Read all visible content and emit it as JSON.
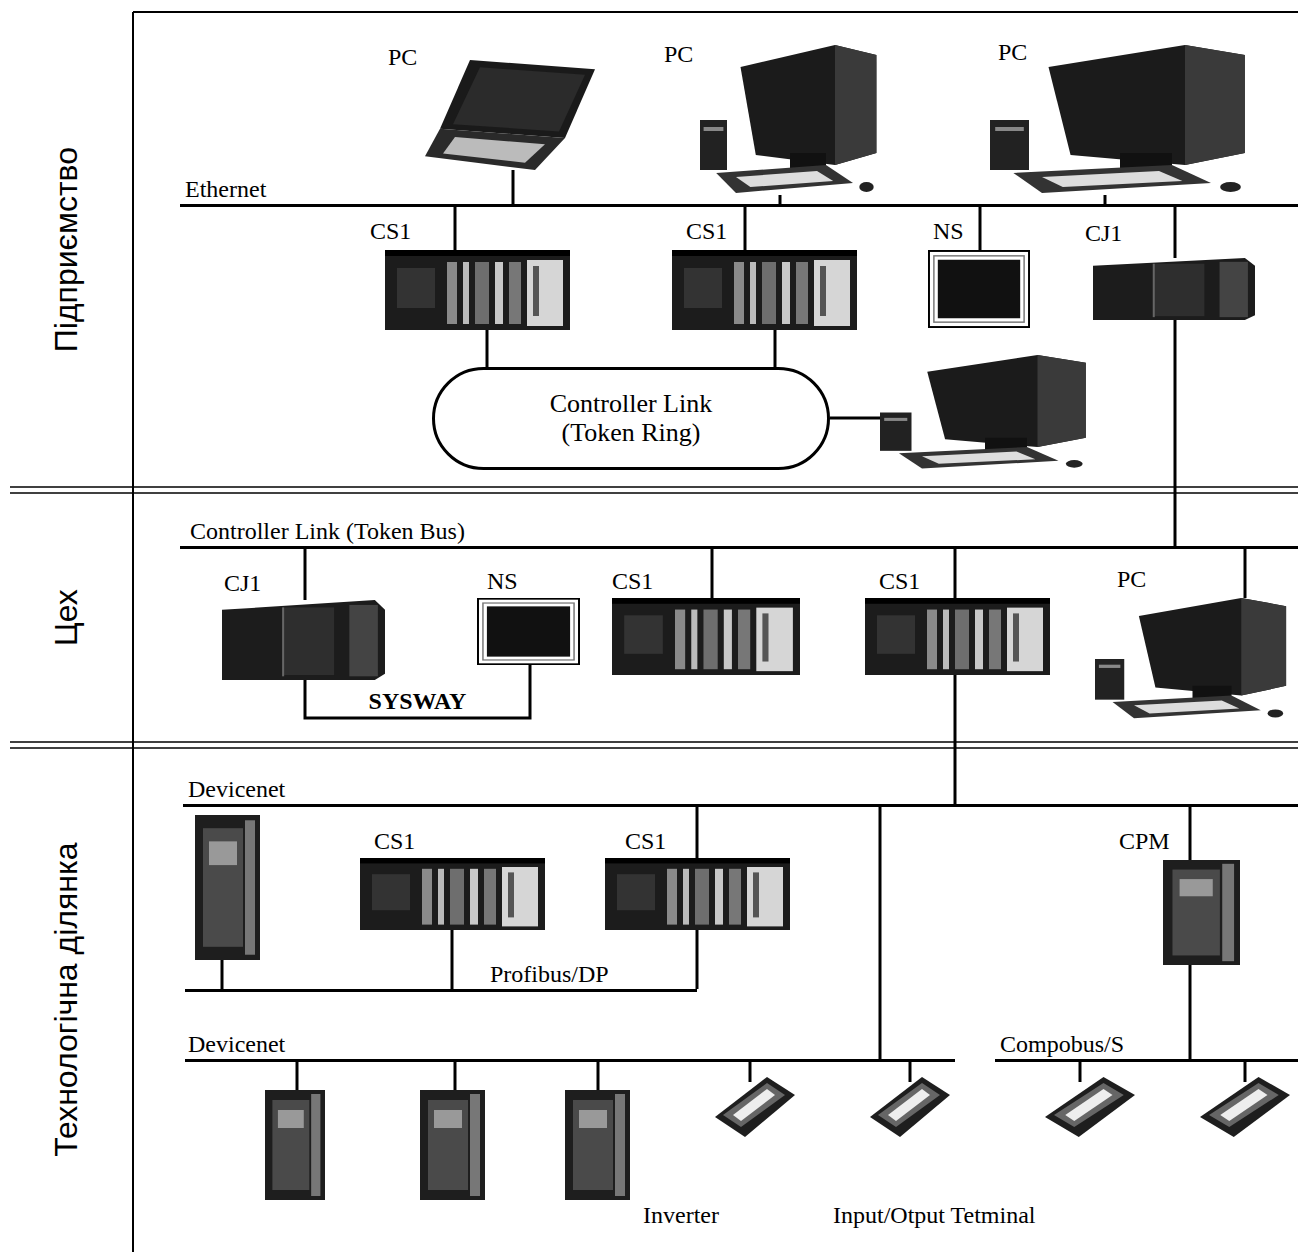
{
  "diagram": {
    "nodes": [
      {
        "text": [
          "Підприємство"
        ]
      },
      {
        "text": [
          "Цех"
        ]
      },
      {
        "text": [
          "Технологічна ділянка"
        ]
      },
      {
        "text": [
          "PC"
        ]
      },
      {
        "text": [
          "PC"
        ]
      },
      {
        "text": [
          "PC"
        ]
      },
      {
        "text": [
          "Ethernet"
        ]
      },
      {
        "text": [
          "CS1"
        ]
      },
      {
        "text": [
          "CS1"
        ]
      },
      {
        "text": [
          "NS"
        ]
      },
      {
        "text": [
          "CJ1"
        ]
      },
      {
        "text": [
          "Controller Link (Token Ring)"
        ]
      },
      {
        "text": [
          "Controller Link (Token Bus)"
        ]
      },
      {
        "text": [
          "CJ1"
        ]
      },
      {
        "text": [
          "NS"
        ]
      },
      {
        "text": [
          "CS1"
        ]
      },
      {
        "text": [
          "CS1"
        ]
      },
      {
        "text": [
          "PC"
        ]
      },
      {
        "text": [
          "Devicenet"
        ]
      },
      {
        "text": [
          "CS1"
        ]
      },
      {
        "text": [
          "CS1"
        ]
      },
      {
        "text": [
          "CPM"
        ]
      },
      {
        "text": [
          "Profibus/DP"
        ]
      },
      {
        "text": [
          "Devicenet"
        ]
      },
      {
        "text": [
          "Compobus/S"
        ]
      }
    ],
    "edges": [
      {
        "from": 3,
        "to": 6,
        "arrow": "none"
      },
      {
        "from": 4,
        "to": 6,
        "arrow": "none"
      },
      {
        "from": 5,
        "to": 6,
        "arrow": "none"
      },
      {
        "from": 7,
        "to": 6,
        "arrow": "none"
      },
      {
        "from": 8,
        "to": 6,
        "arrow": "none"
      },
      {
        "from": 9,
        "to": 6,
        "arrow": "none"
      },
      {
        "from": 10,
        "to": 6,
        "arrow": "none"
      },
      {
        "from": 7,
        "to": 11,
        "arrow": "none"
      },
      {
        "from": 8,
        "to": 11,
        "arrow": "none"
      },
      {
        "from": 10,
        "to": 12,
        "arrow": "none"
      },
      {
        "from": 13,
        "to": 12,
        "arrow": "none"
      },
      {
        "from": 15,
        "to": 12,
        "arrow": "none"
      },
      {
        "from": 16,
        "to": 12,
        "arrow": "none"
      },
      {
        "from": 17,
        "to": 12,
        "arrow": "none"
      },
      {
        "from": 13,
        "to": 14,
        "label": "SYSWAY",
        "arrow": "none"
      },
      {
        "from": 16,
        "to": 18,
        "arrow": "none"
      },
      {
        "from": 20,
        "to": 18,
        "arrow": "none"
      },
      {
        "from": 21,
        "to": 18,
        "arrow": "none"
      },
      {
        "from": 19,
        "to": 22,
        "arrow": "none"
      },
      {
        "from": 20,
        "to": 22,
        "arrow": "none"
      },
      {
        "from": 18,
        "to": 23,
        "arrow": "none"
      },
      {
        "from": 21,
        "to": 24,
        "arrow": "none"
      }
    ],
    "labels": [
      "Inverter",
      "Input/Otput Tetminal"
    ]
  }
}
